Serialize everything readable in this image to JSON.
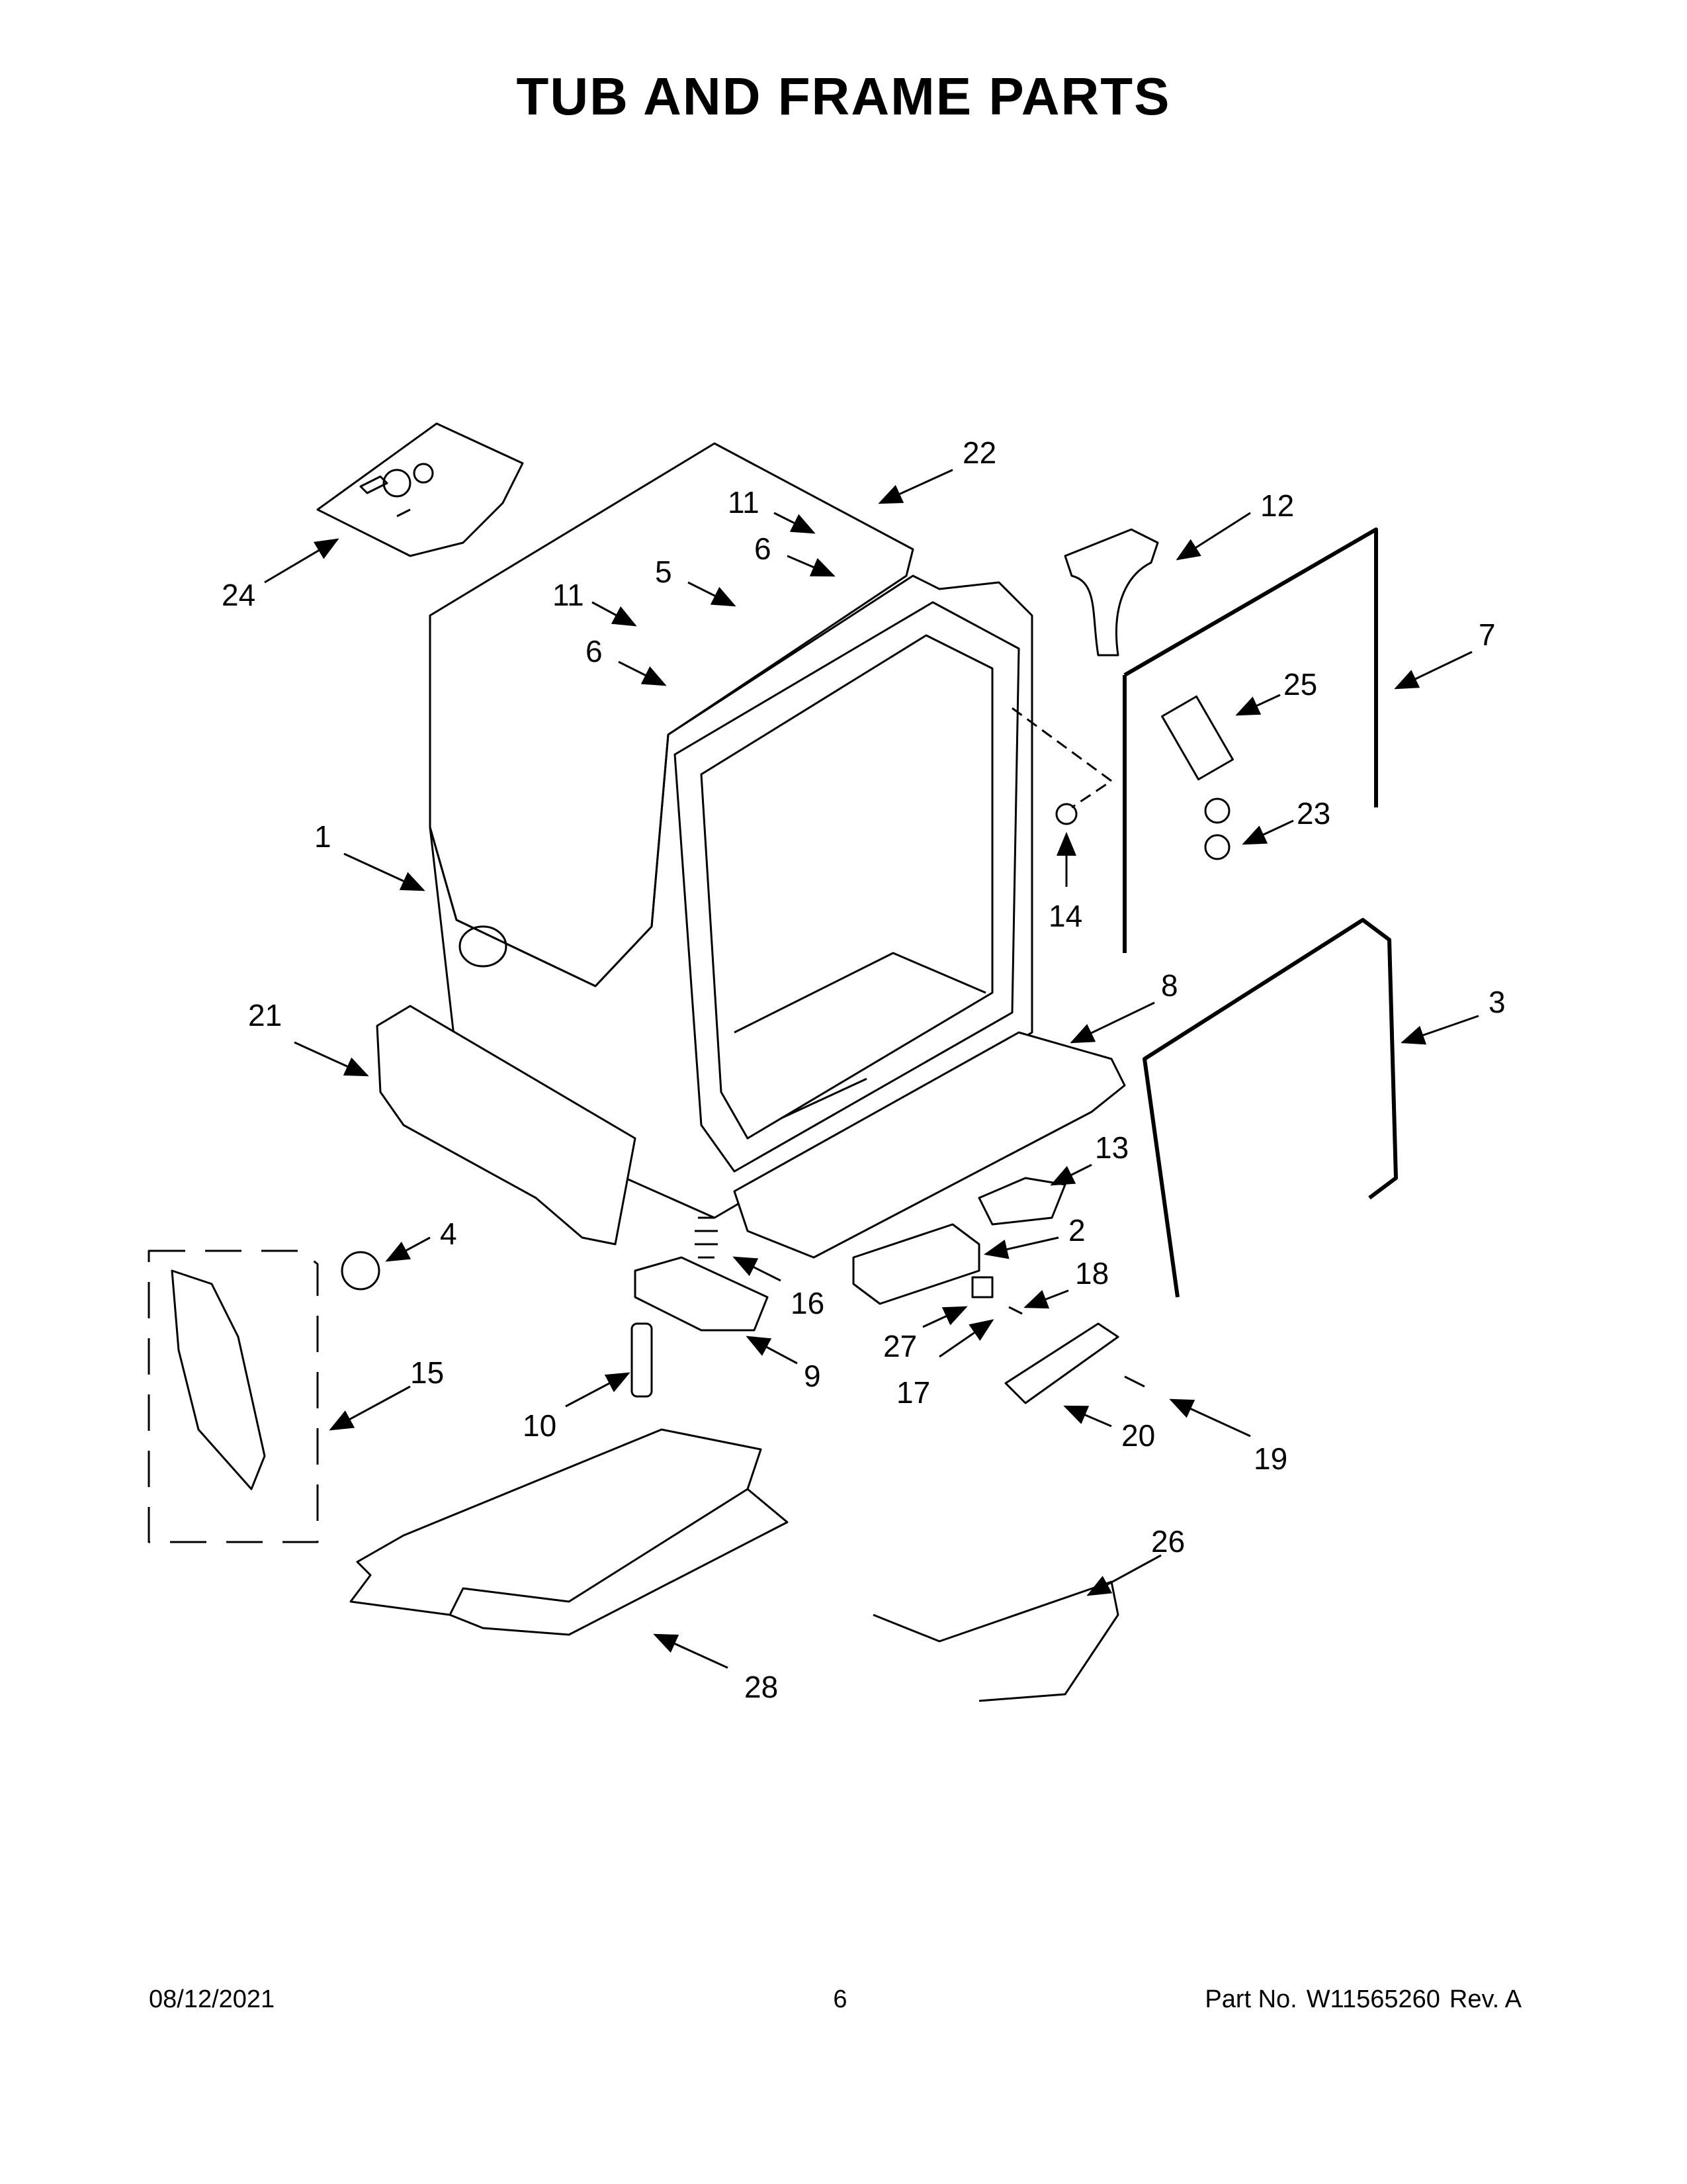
{
  "title": "TUB AND FRAME PARTS",
  "callouts": [
    "22",
    "11",
    "6",
    "5",
    "11",
    "6",
    "24",
    "12",
    "7",
    "25",
    "23",
    "14",
    "1",
    "8",
    "3",
    "21",
    "13",
    "4",
    "2",
    "18",
    "16",
    "27",
    "17",
    "9",
    "15",
    "10",
    "20",
    "19",
    "26",
    "28"
  ],
  "footer": {
    "date": "08/12/2021",
    "page": "6",
    "part_label": "Part No.",
    "part_number": "W11565260",
    "rev": "Rev. A"
  }
}
